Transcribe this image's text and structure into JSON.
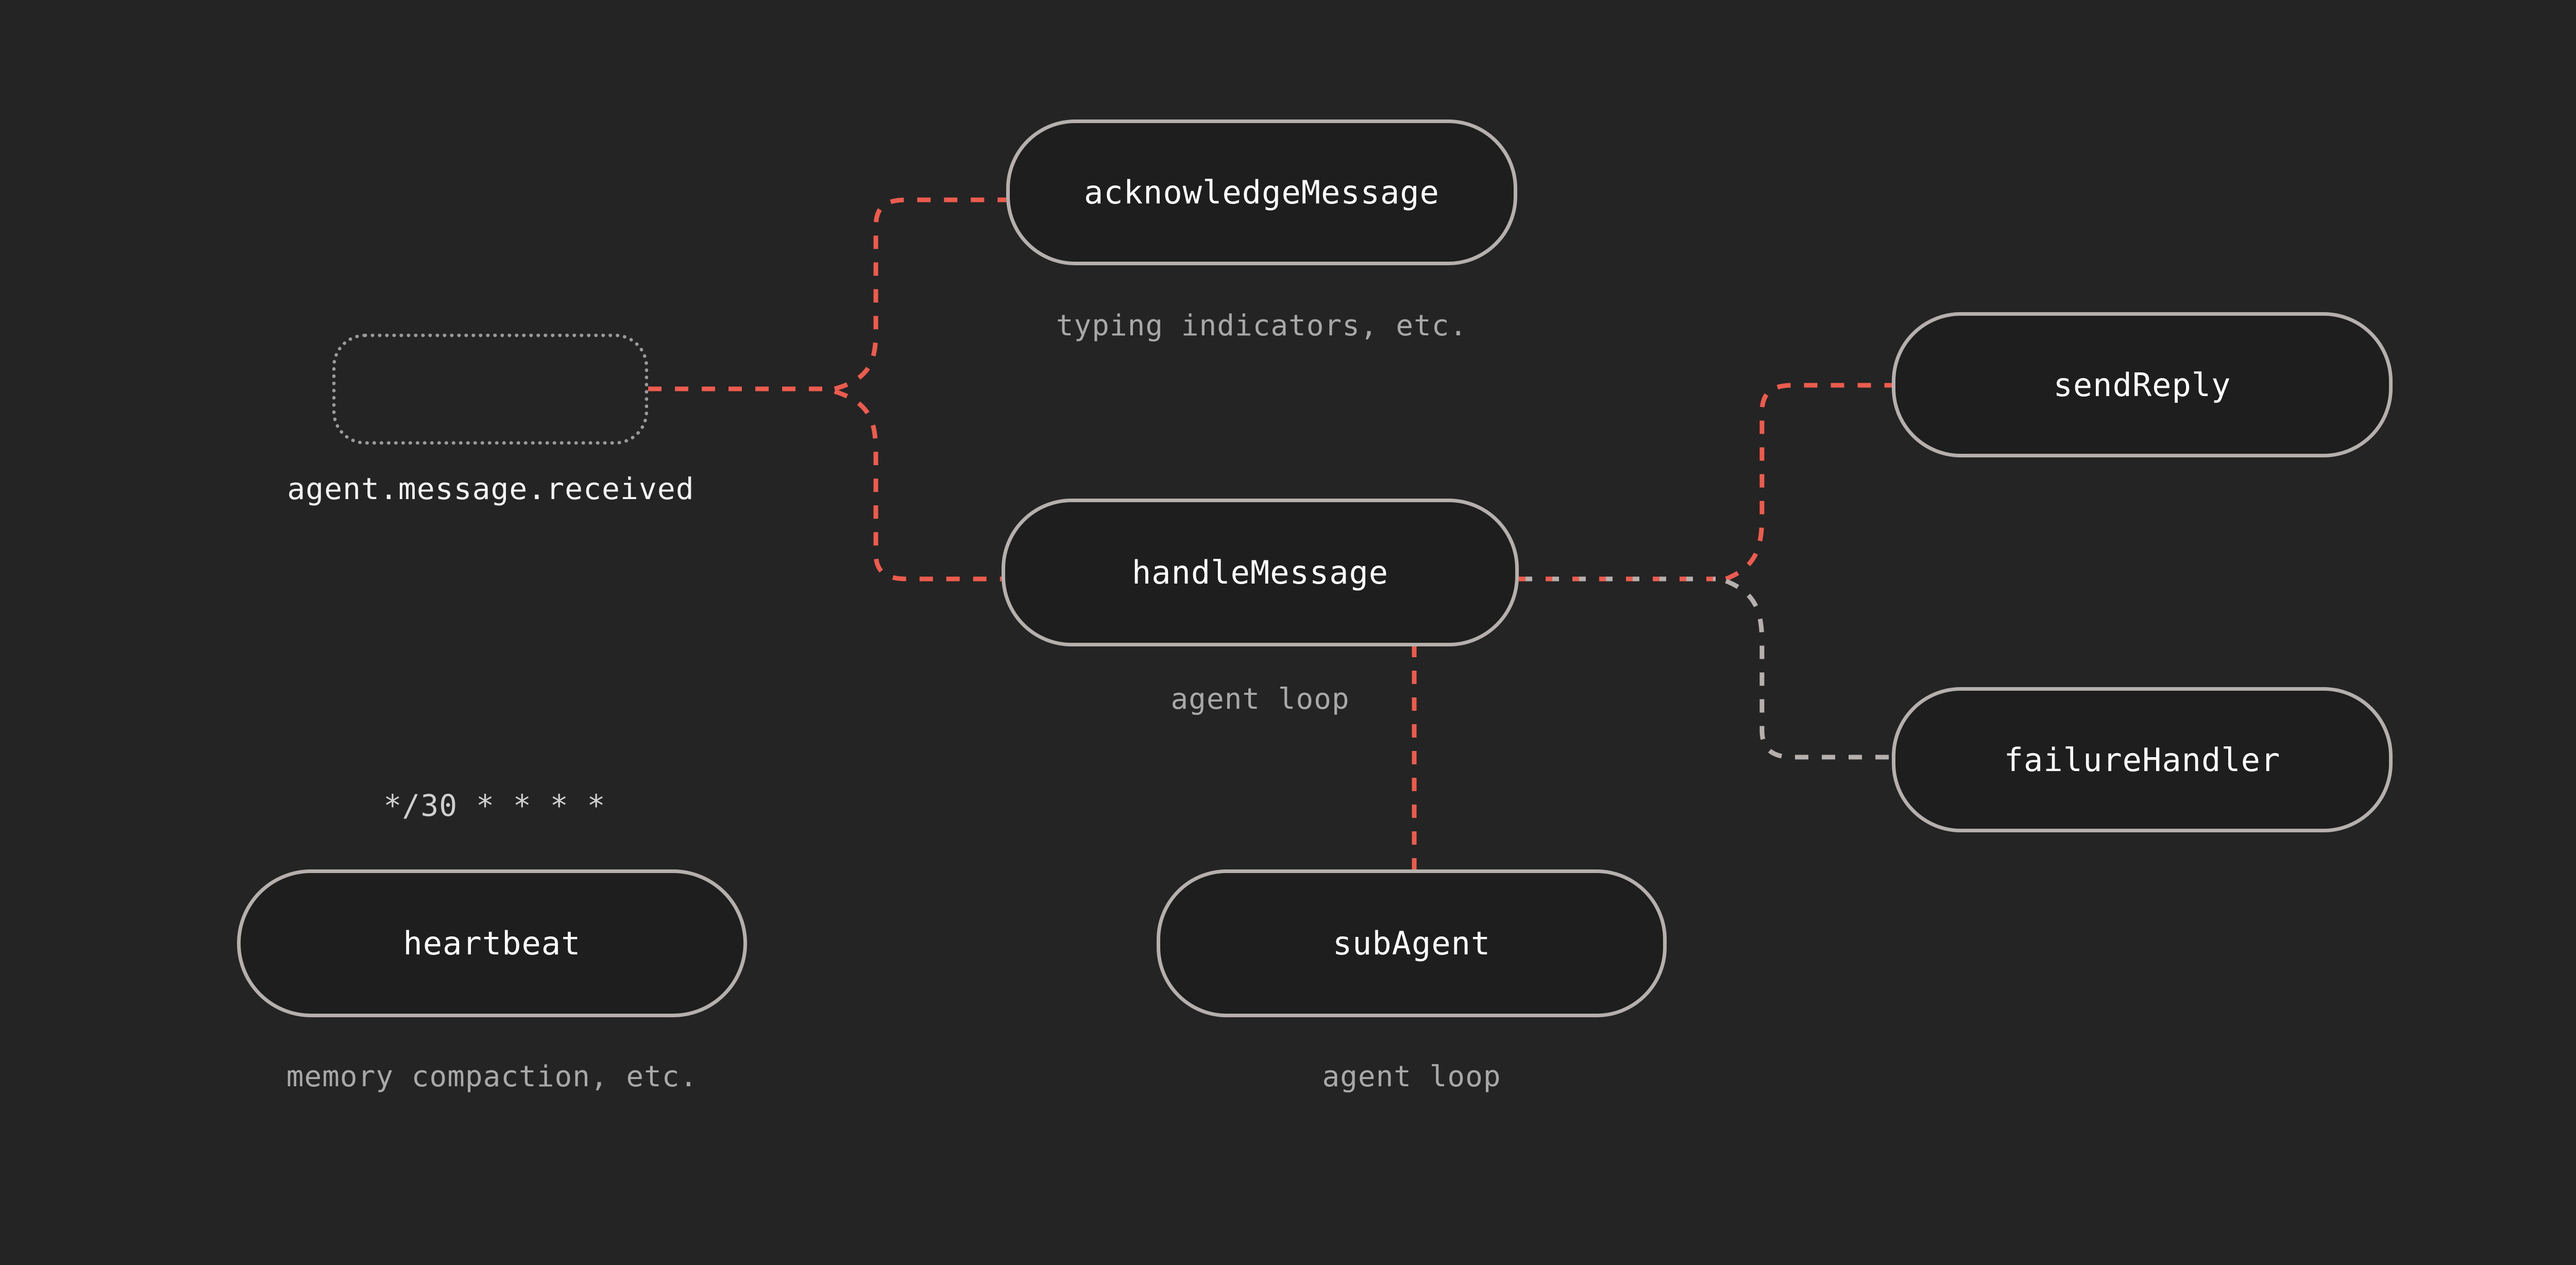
{
  "diagram": {
    "background_color": "#242424",
    "node_fill": "#1e1e1e",
    "node_border_color": "#b5b0ae",
    "ghost_border_color": "#9a9a9a",
    "edge_red": "#eb5b4e",
    "edge_gray": "#b5b0ae",
    "caption_color": "#a8a8a8",
    "node_label_color": "#ffffff"
  },
  "nodes": [
    {
      "id": "trigger",
      "label": "",
      "style": "dashed-empty"
    },
    {
      "id": "acknowledgeMessage",
      "label": "acknowledgeMessage",
      "style": "solid"
    },
    {
      "id": "handleMessage",
      "label": "handleMessage",
      "style": "solid"
    },
    {
      "id": "sendReply",
      "label": "sendReply",
      "style": "solid"
    },
    {
      "id": "failureHandler",
      "label": "failureHandler",
      "style": "solid"
    },
    {
      "id": "subAgent",
      "label": "subAgent",
      "style": "solid"
    },
    {
      "id": "heartbeat",
      "label": "heartbeat",
      "style": "solid"
    }
  ],
  "labels": {
    "trigger_event": "agent.message.received",
    "cron_schedule": "*/30 * * * *"
  },
  "captions": [
    {
      "for": "acknowledgeMessage",
      "text": "typing indicators, etc."
    },
    {
      "for": "handleMessage",
      "text": "agent loop"
    },
    {
      "for": "subAgent",
      "text": "agent loop"
    },
    {
      "for": "heartbeat",
      "text": "memory compaction, etc."
    }
  ],
  "edges": [
    {
      "from": "trigger",
      "to": "acknowledgeMessage",
      "color": "red",
      "dashed": true
    },
    {
      "from": "trigger",
      "to": "handleMessage",
      "color": "red",
      "dashed": true
    },
    {
      "from": "handleMessage",
      "to": "sendReply",
      "color": "red",
      "dashed": true
    },
    {
      "from": "handleMessage",
      "to": "failureHandler",
      "color": "gray",
      "dashed": true
    },
    {
      "from": "handleMessage",
      "to": "subAgent",
      "color": "red",
      "dashed": true
    }
  ]
}
